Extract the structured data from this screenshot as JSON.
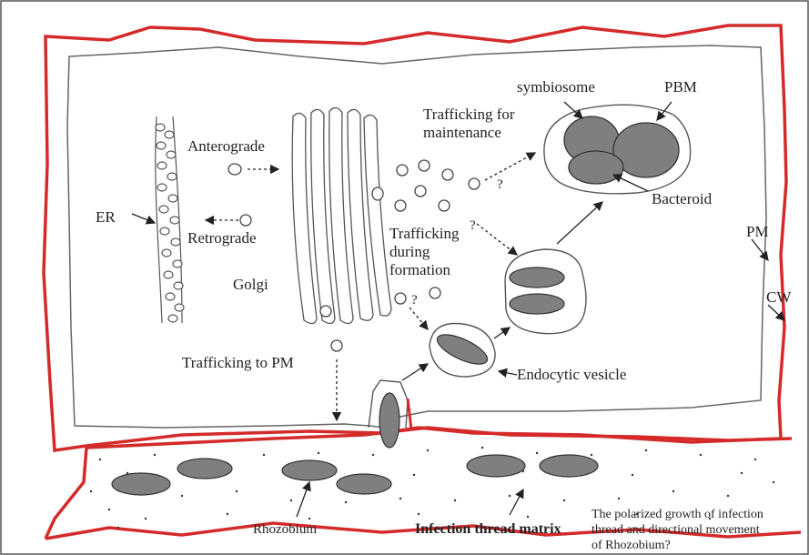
{
  "labels": {
    "er": "ER",
    "golgi": "Golgi",
    "anterograde": "Anterograde",
    "retrograde": "Retrograde",
    "trafficking_maintenance_line1": "Trafficking for",
    "trafficking_maintenance_line2": "maintenance",
    "symbiosome": "symbiosome",
    "pbm": "PBM",
    "bacteroid": "Bacteroid",
    "trafficking_formation_line1": "Trafficking",
    "trafficking_formation_line2": "during",
    "trafficking_formation_line3": "formation",
    "pm": "PM",
    "cw": "CW",
    "trafficking_to_pm": "Trafficking to PM",
    "endocytic_vesicle": "Endocytic vesicle",
    "rhozobium": "Rhozobium",
    "infection_thread_matrix": "Infection thread matrix",
    "polarized_line1": "The polarized growth of infection",
    "polarized_line2": "thread and directional movement",
    "polarized_line3": "of Rhozobium?",
    "question_mark": "?"
  },
  "colors": {
    "cell_wall": "#d42a2a",
    "membrane": "#555555",
    "organelle_fill": "#7f7f7f",
    "text": "#222222"
  }
}
